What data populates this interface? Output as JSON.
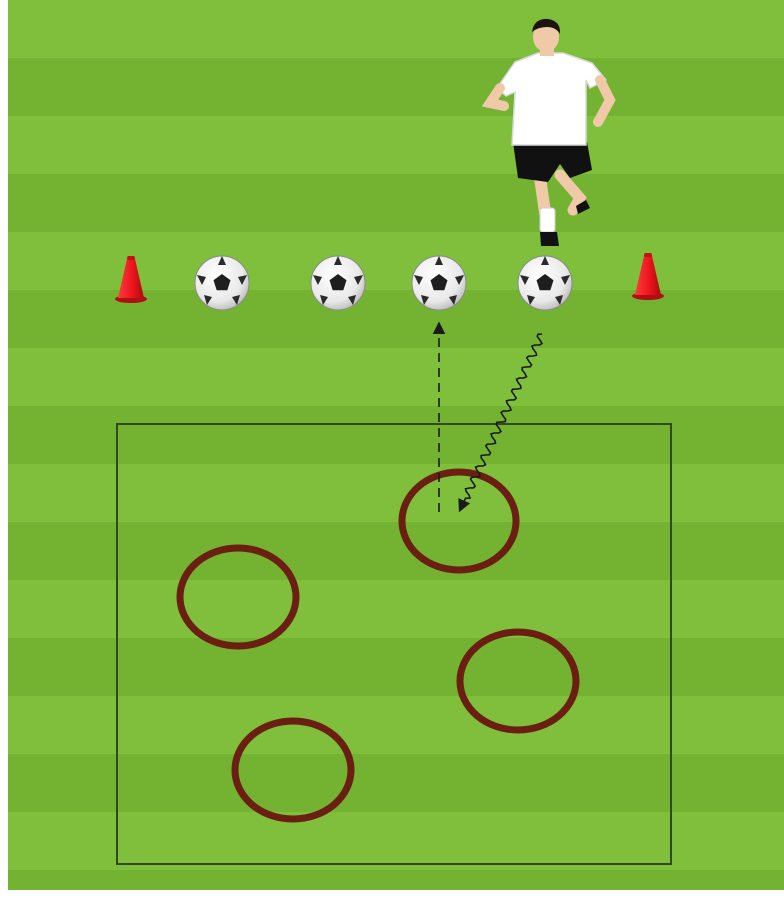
{
  "diagram": {
    "type": "soccer-drill",
    "pitch": {
      "stripe_colors": [
        "#7fbf3c",
        "#74b232"
      ],
      "line_color": "#2f4a22"
    },
    "cones": [
      {
        "name": "left-cone"
      },
      {
        "name": "right-cone"
      }
    ],
    "balls": [
      {
        "name": "ball-1"
      },
      {
        "name": "ball-2"
      },
      {
        "name": "ball-3"
      },
      {
        "name": "ball-4"
      }
    ],
    "hoops": [
      {
        "name": "hoop-top"
      },
      {
        "name": "hoop-left"
      },
      {
        "name": "hoop-right"
      },
      {
        "name": "hoop-bottom"
      }
    ],
    "paths": [
      {
        "name": "dribble-path",
        "style": "wavy",
        "meaning": "dribble"
      },
      {
        "name": "run-path",
        "style": "dashed",
        "meaning": "player run"
      }
    ],
    "colors": {
      "cone": "#e8131b",
      "hoop": "#6b1e12",
      "arrow": "#1a1a1a",
      "shirt": "#ffffff",
      "shorts": "#111111"
    }
  }
}
